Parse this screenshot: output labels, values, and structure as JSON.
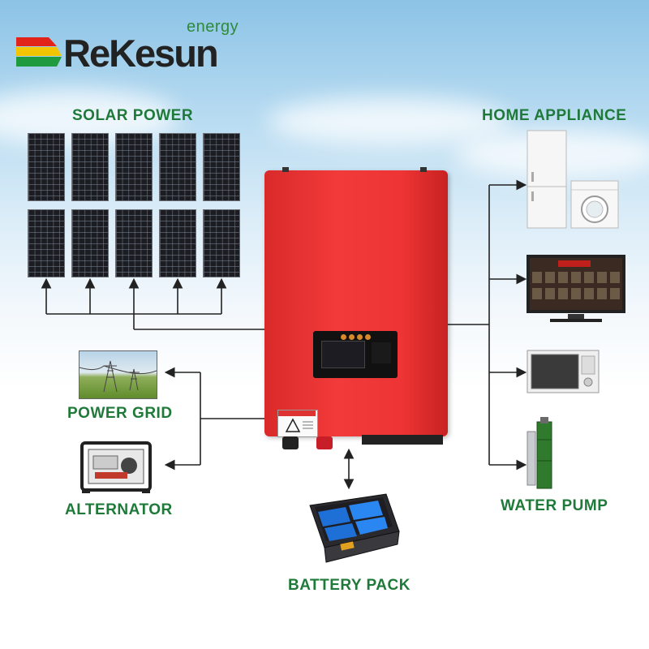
{
  "brand": {
    "name": "ReKesun",
    "tagline": "energy",
    "colors": {
      "green": "#1f7a3a",
      "yellow": "#f2c500",
      "red": "#e2231a"
    }
  },
  "labels": {
    "solar_power": "SOLAR POWER",
    "home_appliance": "HOME APPLIANCE",
    "power_grid": "POWER GRID",
    "alternator": "ALTERNATOR",
    "water_pump": "WATER PUMP",
    "battery_pack": "BATTERY PACK"
  },
  "icons": {
    "solar_panels": "solar-panel-icon",
    "inverter": "inverter-icon",
    "fridge": "fridge-icon",
    "washer": "washing-machine-icon",
    "tv": "television-icon",
    "microwave": "microwave-icon",
    "pump": "water-pump-icon",
    "generator": "generator-icon",
    "grid": "power-grid-icon",
    "battery": "battery-pack-icon"
  },
  "colors": {
    "inverter_body": "#ee3434",
    "label_text": "#1f7a3a",
    "wire": "#222222"
  }
}
